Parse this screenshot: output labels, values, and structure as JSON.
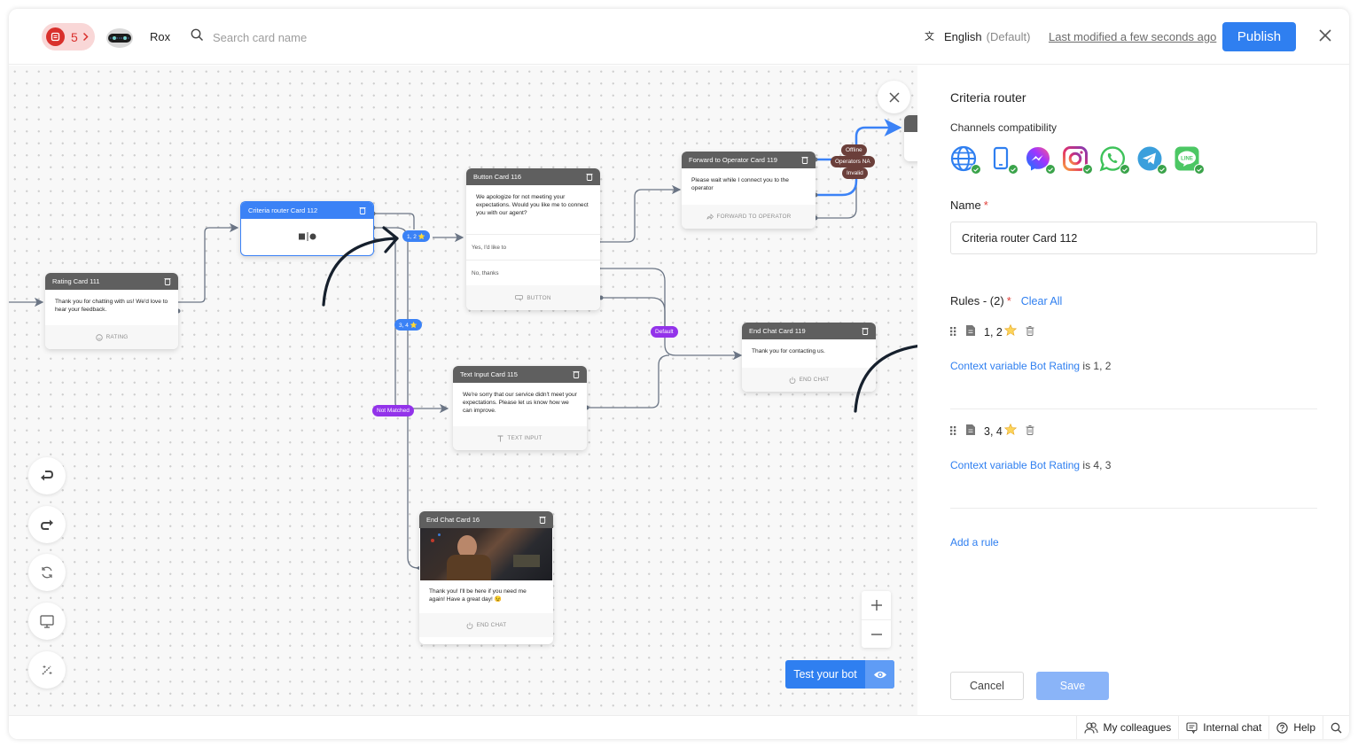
{
  "header": {
    "notification_count": "5",
    "bot_name": "Rox",
    "search_placeholder": "Search card name",
    "language": "English",
    "language_default": "(Default)",
    "last_modified": "Last modified a few seconds ago",
    "publish_label": "Publish"
  },
  "canvas": {
    "cards": {
      "rating": {
        "title": "Rating Card 111",
        "body": "Thank you for chatting with us! We'd love to hear your feedback.",
        "footer": "RATING"
      },
      "router": {
        "title": "Criteria router Card 112"
      },
      "button": {
        "title": "Button Card 116",
        "body": "We apologize for not meeting your expectations. Would you like me to connect you with our agent?",
        "options": [
          "Yes, I'd like to",
          "No, thanks"
        ],
        "footer": "BUTTON"
      },
      "forward": {
        "title": "Forward to Operator Card 119",
        "body": "Please wait while I connect you to the operator",
        "footer": "FORWARD TO OPERATOR"
      },
      "textinput": {
        "title": "Text Input Card 115",
        "body": "We're sorry that our service didn't meet your expectations. Please let us know how we can improve.",
        "footer": "TEXT INPUT"
      },
      "endchat119": {
        "title": "End Chat Card 119",
        "body": "Thank you for contacting us.",
        "footer": "END CHAT"
      },
      "endchat16": {
        "title": "End Chat Card 16",
        "body": "Thank you! I'll be here if you need me again! Have a great day! 😉",
        "footer": "END CHAT"
      }
    },
    "edge_labels": {
      "rule1": "1, 2 ⭐",
      "rule2": "3, 4 ⭐",
      "not_matched": "Not Matched",
      "default": "Default",
      "offline": "Offline",
      "operators_na": "Operators NA",
      "invalid": "Invalid"
    },
    "test_bot_label": "Test your bot"
  },
  "panel": {
    "title": "Criteria router",
    "channels_label": "Channels compatibility",
    "channels": [
      "web",
      "mobile",
      "messenger",
      "instagram",
      "whatsapp",
      "telegram",
      "line"
    ],
    "name_label": "Name",
    "name_value": "Criteria router Card 112",
    "rules_label": "Rules - (2)",
    "clear_all": "Clear All",
    "rules": [
      {
        "value": "1, 2",
        "condition_link": "Context variable Bot Rating",
        "condition_text": " is 1, 2"
      },
      {
        "value": "3, 4",
        "condition_link": "Context variable Bot Rating",
        "condition_text": " is 4, 3"
      }
    ],
    "add_rule": "Add a rule",
    "cancel_label": "Cancel",
    "save_label": "Save"
  },
  "footer": {
    "colleagues": "My colleagues",
    "internal_chat": "Internal chat",
    "help": "Help"
  },
  "colors": {
    "accent": "#2f7ff0",
    "card_header": "#5f5f5f",
    "selected": "#3b82f6",
    "label_purple": "#9333ea",
    "label_brown": "#6b3f3a",
    "danger": "#d9302c"
  }
}
